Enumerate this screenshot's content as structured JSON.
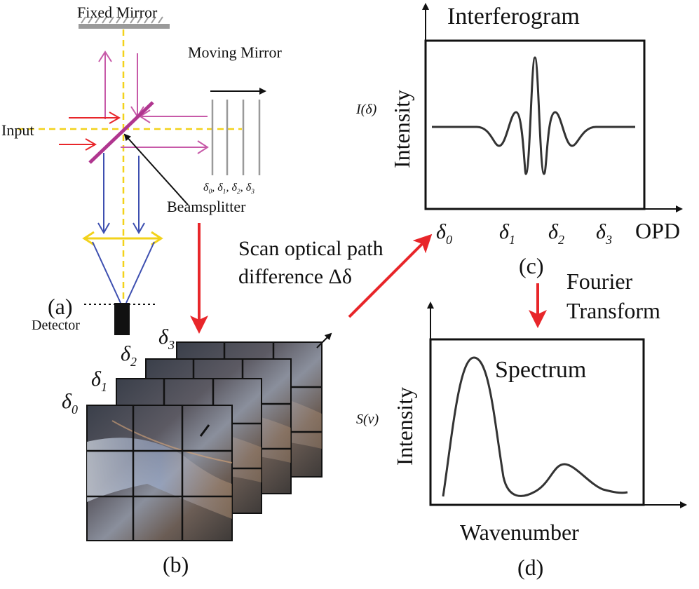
{
  "panel_a": {
    "label": "(a)",
    "fixed_mirror": "Fixed Mirror",
    "moving_mirror": "Moving Mirror",
    "input": "Input",
    "beamsplitter": "Beamsplitter",
    "detector": "Detector",
    "delta_list": "δ0, δ1, δ2, δ3"
  },
  "panel_b": {
    "label": "(b)",
    "frame_labels": [
      "δ0",
      "δ1",
      "δ2",
      "δ3"
    ],
    "scan_text_line1": "Scan optical path",
    "scan_text_line2": "difference  Δδ"
  },
  "panel_c": {
    "label": "(c)",
    "title": "Interferogram",
    "ylabel": "Intensity",
    "yfunc": "I(δ)",
    "xlabel": "OPD",
    "ticks": [
      "δ0",
      "δ1",
      "δ2",
      "δ3"
    ],
    "fourier_line1": "Fourier",
    "fourier_line2": "Transform"
  },
  "panel_d": {
    "label": "(d)",
    "title": "Spectrum",
    "ylabel": "Intensity",
    "yfunc": "S(ν)",
    "xlabel": "Wavenumber"
  },
  "colors": {
    "arrow_red": "#e8262a",
    "beam_pink": "#c75aa8",
    "beam_blue": "#3d4fb0",
    "beam_yellow": "#f2d21b",
    "mirror_gray": "#9a9a9a",
    "beamsplitter": "#b0368f"
  }
}
